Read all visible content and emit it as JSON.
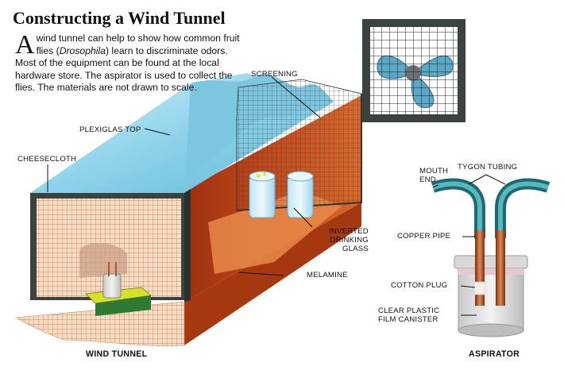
{
  "title": "Constructing a Wind Tunnel",
  "intro": {
    "dropcap": "A",
    "before_italic": "wind tunnel can help to show how common fruit flies (",
    "italic": "Drosophila",
    "after_italic": ") learn to discriminate odors. Most of the equipment can be found at the local hardware store. The aspirator is used to collect the flies. The materials are not drawn to scale."
  },
  "labels": {
    "screening": "SCREENING",
    "plexiglas_top": "PLEXIGLAS TOP",
    "cheesecloth": "CHEESECLOTH",
    "inverted_drinking_glass": [
      "INVERTED",
      "DRINKING",
      "GLASS"
    ],
    "melamine": "MELAMINE",
    "mouth_end": [
      "MOUTH",
      "END"
    ],
    "tygon_tubing": "TYGON TUBING",
    "copper_pipe": "COPPER PIPE",
    "cotton_plug": "COTTON PLUG",
    "clear_plastic_film_canister": [
      "CLEAR PLASTIC",
      "FILM CANISTER"
    ]
  },
  "captions": {
    "wind_tunnel": "WIND TUNNEL",
    "aspirator": "ASPIRATOR"
  },
  "colors": {
    "plexiglas": "#8fd3ea",
    "melamine": "#c24a1c",
    "melamine_light": "#e98a4a",
    "frame": "#3a4340",
    "cheesecloth": "#f3d3b8",
    "tubing": "#2f8f96",
    "copper": "#b5552a",
    "fan_blade": "#5aa8c8"
  },
  "icons": [
    "fan-icon",
    "cheesecloth-mesh",
    "drinking-glass-icon",
    "copper-pipe-icon",
    "film-canister-icon"
  ]
}
